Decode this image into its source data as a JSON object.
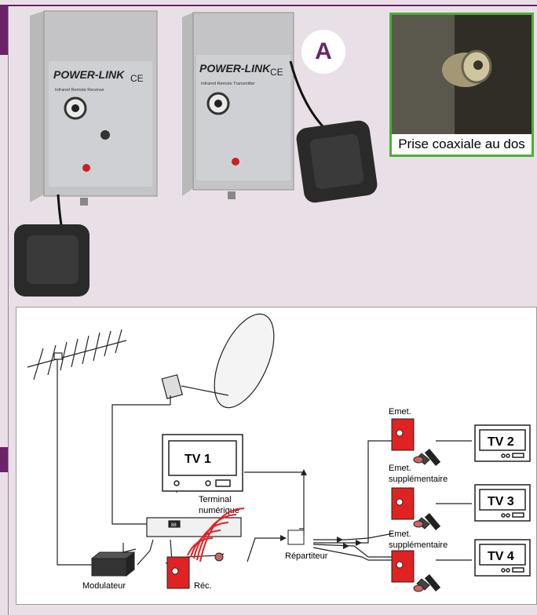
{
  "badge": {
    "letter": "A"
  },
  "inset": {
    "caption": "Prise coaxiale au dos"
  },
  "device_left": {
    "brand": "POWER-LINK",
    "subtitle": "Infrared Remote Receiver",
    "mark": "CE"
  },
  "device_right": {
    "brand": "POWER-LINK",
    "subtitle": "Infrared Remote Transmitter",
    "mark": "CE"
  },
  "diagram": {
    "tv1": "TV 1",
    "tv2": "TV 2",
    "tv3": "TV 3",
    "tv4": "TV 4",
    "terminal": [
      "Terminal",
      "numérique"
    ],
    "modulateur": "Modulateur",
    "rec": "Réc.",
    "repartiteur": "Répartiteur",
    "emet": "Emet.",
    "emet_supp_1": [
      "Emet.",
      "supplémentaire"
    ],
    "emet_supp_2": [
      "Emet.",
      "supplémentaire"
    ]
  },
  "colors": {
    "accent": "#6a2467",
    "inset_border": "#4caf35",
    "device_red": "#e02222"
  }
}
